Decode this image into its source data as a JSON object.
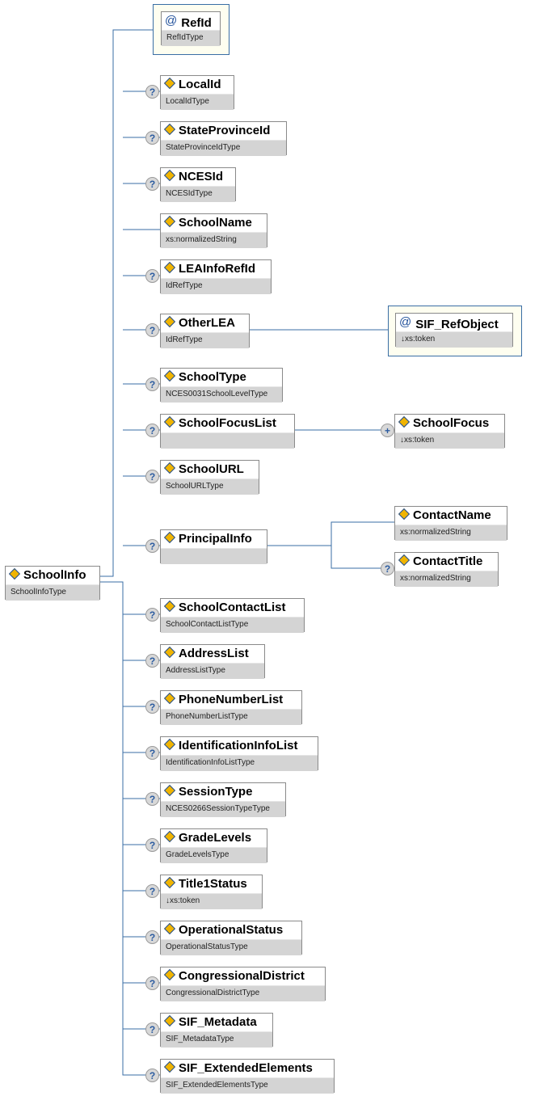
{
  "root": {
    "name": "SchoolInfo",
    "type": "SchoolInfoType"
  },
  "nodes": [
    {
      "name": "RefId",
      "type": "RefIdType",
      "kind": "attribute"
    },
    {
      "name": "LocalId",
      "type": "LocalIdType",
      "optional": true
    },
    {
      "name": "StateProvinceId",
      "type": "StateProvinceIdType",
      "optional": true
    },
    {
      "name": "NCESId",
      "type": "NCESIdType",
      "optional": true
    },
    {
      "name": "SchoolName",
      "type": "xs:normalizedString",
      "optional": false
    },
    {
      "name": "LEAInfoRefId",
      "type": "IdRefType",
      "optional": true
    },
    {
      "name": "OtherLEA",
      "type": "IdRefType",
      "optional": true
    },
    {
      "name": "SchoolType",
      "type": "NCES0031SchoolLevelType",
      "optional": true
    },
    {
      "name": "SchoolFocusList",
      "type": "",
      "optional": true
    },
    {
      "name": "SchoolURL",
      "type": "SchoolURLType",
      "optional": true
    },
    {
      "name": "PrincipalInfo",
      "type": "",
      "optional": true
    },
    {
      "name": "SchoolContactList",
      "type": "SchoolContactListType",
      "optional": true
    },
    {
      "name": "AddressList",
      "type": "AddressListType",
      "optional": true
    },
    {
      "name": "PhoneNumberList",
      "type": "PhoneNumberListType",
      "optional": true
    },
    {
      "name": "IdentificationInfoList",
      "type": "IdentificationInfoListType",
      "optional": true
    },
    {
      "name": "SessionType",
      "type": "NCES0266SessionTypeType",
      "optional": true
    },
    {
      "name": "GradeLevels",
      "type": "GradeLevelsType",
      "optional": true
    },
    {
      "name": "Title1Status",
      "type": "↓xs:token",
      "optional": true
    },
    {
      "name": "OperationalStatus",
      "type": "OperationalStatusType",
      "optional": true
    },
    {
      "name": "CongressionalDistrict",
      "type": "CongressionalDistrictType",
      "optional": true
    },
    {
      "name": "SIF_Metadata",
      "type": "SIF_MetadataType",
      "optional": true
    },
    {
      "name": "SIF_ExtendedElements",
      "type": "SIF_ExtendedElementsType",
      "optional": true
    }
  ],
  "children": [
    {
      "name": "SIF_RefObject",
      "type": "↓xs:token",
      "kind": "attribute",
      "parent": "OtherLEA"
    },
    {
      "name": "SchoolFocus",
      "type": "↓xs:token",
      "parent": "SchoolFocusList",
      "marker": "+"
    },
    {
      "name": "ContactName",
      "type": "xs:normalizedString",
      "parent": "PrincipalInfo"
    },
    {
      "name": "ContactTitle",
      "type": "xs:normalizedString",
      "parent": "PrincipalInfo",
      "optional": true
    }
  ],
  "colors": {
    "line": "#3a6ea5",
    "attr_bg": "#fefef0",
    "type_bg": "#d4d4d4"
  }
}
